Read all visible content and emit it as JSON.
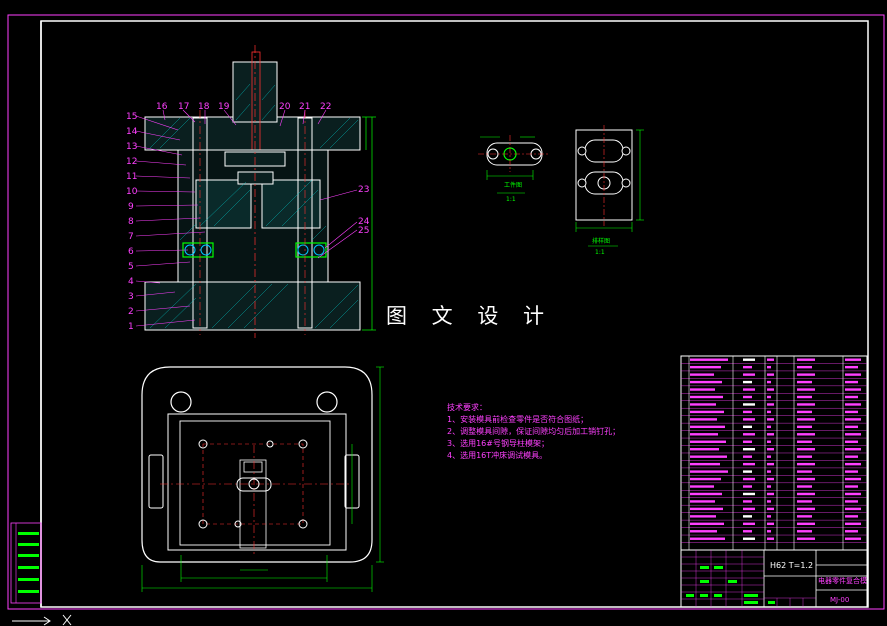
{
  "watermark": "图 文 设 计",
  "callouts": [
    "1",
    "2",
    "3",
    "4",
    "5",
    "6",
    "7",
    "8",
    "9",
    "10",
    "11",
    "12",
    "13",
    "14",
    "15",
    "16",
    "17",
    "18",
    "19",
    "20",
    "21",
    "22",
    "23",
    "24",
    "25"
  ],
  "detail_views": {
    "part_caption": "工件图",
    "part_scale": "1:1",
    "layout_caption": "排样图",
    "layout_scale": "1:1"
  },
  "tech_requirements": {
    "title": "技术要求：",
    "items": [
      "1、安装模具前检查零件是否符合图纸；",
      "2、调整模具间隙，保证间隙均匀后加工销钉孔；",
      "3、选用16#号钢导柱模架；",
      "4、选用16T冲床调试模具。"
    ]
  },
  "title_block": {
    "material": "H62  T=1.2",
    "drawing_name": "电器零件复合模",
    "drawing_number": "MJ-00"
  },
  "colors": {
    "background": "#000000",
    "frame": "#ffffff",
    "annotation": "#ff40ff",
    "dimension": "#00ff00",
    "hatch": "#00c8c8",
    "center": "#ff3030",
    "text": "#ffffff"
  }
}
